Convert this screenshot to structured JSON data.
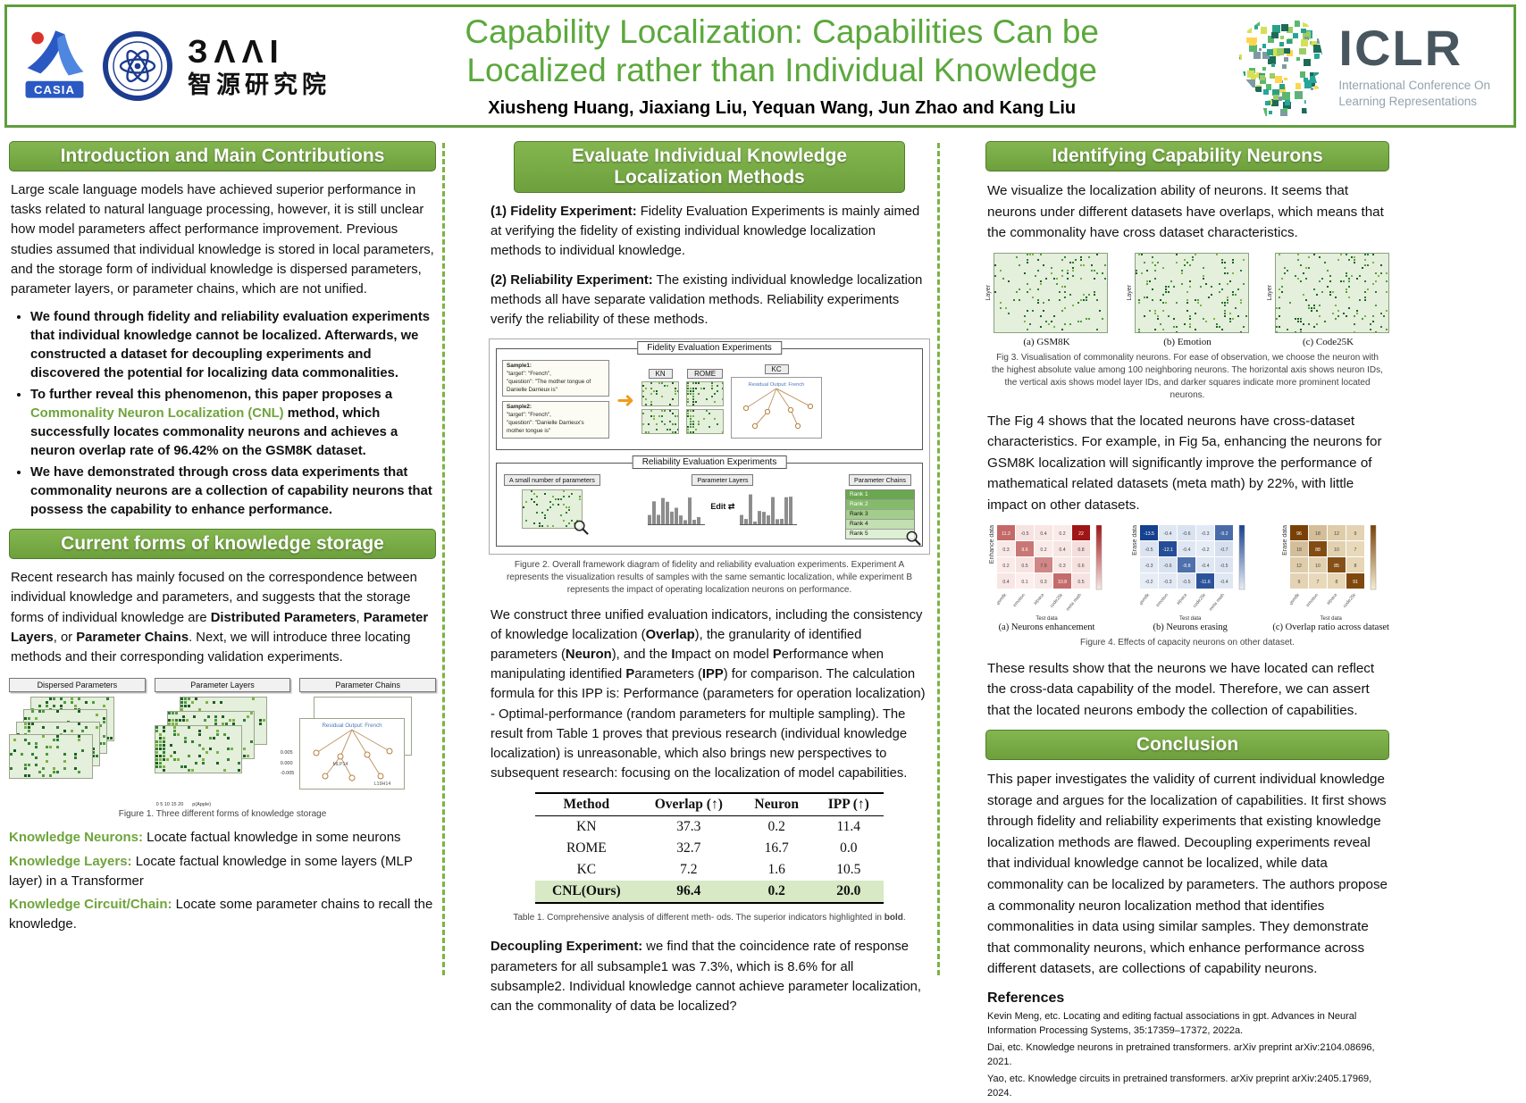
{
  "colors": {
    "accent_green": "#6fa43c",
    "bar_green": "#76aa42",
    "title_green": "#5ba83c",
    "table_highlight": "#d7e9c5",
    "dash_green": "#7cb342"
  },
  "header": {
    "title_line1": "Capability Localization: Capabilities Can be",
    "title_line2": "Localized rather than Individual Knowledge",
    "authors": "Xiusheng Huang,  Jiaxiang Liu,  Yequan Wang, Jun Zhao and Kang Liu",
    "casia_label": "CASIA",
    "baai_mark": "ЗΛΛI",
    "baai_cn": "智源研究院",
    "iclr_word": "ICLR",
    "iclr_sub1": "International Conference On",
    "iclr_sub2": "Learning Representations"
  },
  "col1": {
    "sec1": "Introduction and Main Contributions",
    "intro": "Large scale language models have achieved superior performance in tasks related to natural language processing, however, it is still unclear how model parameters affect performance improvement. Previous studies assumed that individual knowledge is stored in local parameters, and the storage form of individual knowledge is dispersed parameters, parameter layers, or parameter chains, which are not unified.",
    "bullets": [
      [
        {
          "t": "We found through fidelity and reliability evaluation experiments that individual knowledge cannot be localized. Afterwards, we constructed a dataset for decoupling experiments and discovered the potential for localizing data commonalities.",
          "b": true
        }
      ],
      [
        {
          "t": "To further reveal this phenomenon, this paper proposes a ",
          "b": true
        },
        {
          "t": "Commonality Neuron Localization (CNL)",
          "b": true,
          "c": "#6fa43c"
        },
        {
          "t": " method, which successfully locates commonality neurons and achieves a neuron overlap rate of 96.42% on the GSM8K dataset.",
          "b": true
        }
      ],
      [
        {
          "t": "We have demonstrated through cross data experiments that commonality neurons are a collection of capability neurons that possess the capability to enhance performance.",
          "b": true
        }
      ]
    ],
    "sec2": "Current forms of knowledge storage",
    "storage": [
      {
        "t": "Recent research has mainly focused on the correspondence between individual knowledge and parameters, and suggests that the storage forms of individual knowledge are "
      },
      {
        "t": "Distributed Parameters",
        "b": true
      },
      {
        "t": ", "
      },
      {
        "t": "Parameter Layers",
        "b": true
      },
      {
        "t": ", or "
      },
      {
        "t": "Parameter Chains",
        "b": true
      },
      {
        "t": ". Next, we will introduce three locating methods and their corresponding validation experiments."
      }
    ],
    "fig1": {
      "panel_labels": [
        "Dispersed Parameters",
        "Parameter Layers",
        "Parameter Chains"
      ],
      "colorbar_ticks": [
        "0.005",
        "0.000",
        "-0.005"
      ],
      "x_ticks": "0  5  10  15  20",
      "x_label": "p(Apple)",
      "tree_title": "Residual Output: French",
      "tree_nodes": [
        "MLP14",
        "L19H14"
      ],
      "caption": "Figure 1. Three different forms of knowledge storage"
    },
    "knowledge": [
      [
        {
          "t": "Knowledge Neurons:",
          "b": true,
          "c": "#6fa43c"
        },
        {
          "t": " Locate factual knowledge in some neurons"
        }
      ],
      [
        {
          "t": "Knowledge Layers:",
          "b": true,
          "c": "#6fa43c"
        },
        {
          "t": " Locate factual knowledge in some layers (MLP layer) in a Transformer"
        }
      ],
      [
        {
          "t": "Knowledge Circuit/Chain:",
          "b": true,
          "c": "#6fa43c"
        },
        {
          "t": " Locate some parameter chains to recall the knowledge."
        }
      ]
    ]
  },
  "col2": {
    "sec": "Evaluate Individual Knowledge Localization Methods",
    "p1": [
      {
        "t": "(1) Fidelity Experiment:",
        "b": true
      },
      {
        "t": " Fidelity Evaluation Experiments is mainly aimed at verifying the fidelity of existing individual knowledge localization methods to individual knowledge."
      }
    ],
    "p2": [
      {
        "t": "(2) Reliability Experiment:",
        "b": true
      },
      {
        "t": " The existing individual knowledge localization methods all have separate validation methods. Reliability experiments verify the reliability of these methods."
      }
    ],
    "fig2": {
      "fidelity_title": "Fidelity Evaluation Experiments",
      "reliability_title": "Reliability Evaluation Experiments",
      "sample1": [
        "Sample1:",
        "\"target\": \"French\",",
        "\"question\": \"The mother tongue of",
        "Danielle Darrieux is\""
      ],
      "sample2": [
        "Sample2:",
        "\"target\": \"French\",",
        "\"question\": \"Danielle Darrieux's",
        "mother tongue is\""
      ],
      "methods": [
        "KN",
        "ROME",
        "KC"
      ],
      "tree_title": "Residual Output: French",
      "rel_chips": [
        "A small number of parameters",
        "Parameter Layers",
        "Parameter Chains"
      ],
      "edit_label": "Edit ⇄",
      "ranks": [
        "Rank 1",
        "Rank 2",
        "Rank 3",
        "Rank 4",
        "Rank 5"
      ],
      "caption": "Figure 2. Overall framework diagram of fidelity and reliability evaluation experiments. Experiment A represents the visualization results of samples with the same semantic localization, while experiment B represents the impact of operating localization neurons on performance."
    },
    "indicators": [
      {
        "t": " We construct three unified evaluation indicators, including the consistency of knowledge localization ("
      },
      {
        "t": "Overlap",
        "b": true
      },
      {
        "t": "), the granularity of identified parameters ("
      },
      {
        "t": "Neuron",
        "b": true
      },
      {
        "t": "), and the "
      },
      {
        "t": "I",
        "b": true
      },
      {
        "t": "mpact on model "
      },
      {
        "t": "P",
        "b": true
      },
      {
        "t": "erformance when manipulating identified "
      },
      {
        "t": "P",
        "b": true
      },
      {
        "t": "arameters ("
      },
      {
        "t": "IPP",
        "b": true
      },
      {
        "t": ") for comparison. The calculation formula for this IPP is: Performance (parameters for operation localization) - Optimal-performance (random parameters for multiple sampling). The result from Table 1 proves that previous research (individual knowledge localization) is unreasonable, which also brings new perspectives to subsequent research: focusing on the localization of model capabilities."
      }
    ],
    "table": {
      "headers": [
        "Method",
        "Overlap (↑)",
        "Neuron",
        "IPP (↑)"
      ],
      "rows": [
        [
          "KN",
          "37.3",
          "0.2",
          "11.4"
        ],
        [
          "ROME",
          "32.7",
          "16.7",
          "0.0"
        ],
        [
          "KC",
          "7.2",
          "1.6",
          "10.5"
        ],
        [
          "CNL(Ours)",
          "96.4",
          "0.2",
          "20.0"
        ]
      ],
      "caption": [
        {
          "t": "Table 1. Comprehensive analysis of different meth- ods. The superior indicators highlighted in "
        },
        {
          "t": "bold",
          "b": true
        },
        {
          "t": "."
        }
      ]
    },
    "decoupling": [
      {
        "t": "Decoupling Experiment:",
        "b": true
      },
      {
        "t": "  we find that the coincidence rate of response parameters for all subsample1 was 7.3%, which is 8.6% for all subsample2. Individual knowledge cannot achieve parameter localization, can the commonality of data be localized?"
      }
    ]
  },
  "col3": {
    "sec1": "Identifying Capability Neurons",
    "p1": "We visualize the localization ability of neurons. It seems that neurons under different datasets have overlaps, which means that the commonality have cross dataset characteristics.",
    "fig3": {
      "ylabel": "Layer",
      "labels": [
        "(a) GSM8K",
        "(b) Emotion",
        "(c) Code25K"
      ],
      "caption": "Fig 3. Visualisation of commonality neurons. For ease of observation, we choose the neuron with the highest absolute value among 100 neighboring neurons. The horizontal axis shows neuron IDs, the vertical axis shows model layer IDs, and darker squares indicate more prominent located neurons."
    },
    "p2": "The Fig 4 shows that the located neurons have cross-dataset characteristics. For example, in Fig 5a, enhancing the neurons for GSM8K localization will significantly improve the performance of mathematical related datasets (meta math) by 22%, with little impact on other datasets.",
    "fig4": {
      "panels": [
        {
          "label": "(a) Neurons enhancement",
          "ylabel": "Enhance data",
          "xlabel": "Test data",
          "base": "#a01515",
          "bg": "#fdf3f1",
          "values": [
            [
              11.2,
              -0.5,
              0.4,
              0.2,
              22.0
            ],
            [
              0.3,
              9.6,
              0.2,
              0.4,
              0.8
            ],
            [
              0.2,
              0.5,
              7.9,
              0.3,
              0.6
            ],
            [
              0.4,
              0.1,
              0.3,
              10.8,
              0.5
            ]
          ],
          "xticks": [
            "gsm8k",
            "emotion",
            "alpaca",
            "code25k",
            "meta math"
          ]
        },
        {
          "label": "(b) Neurons erasing",
          "ylabel": "Erase data",
          "xlabel": "Test data",
          "base": "#15418f",
          "bg": "#f2f6fc",
          "values": [
            [
              -13.5,
              -0.4,
              -0.6,
              -0.3,
              -9.2
            ],
            [
              -0.5,
              -12.1,
              -0.4,
              -0.2,
              -0.7
            ],
            [
              -0.3,
              -0.6,
              -8.8,
              -0.4,
              -0.5
            ],
            [
              -0.2,
              -0.3,
              -0.5,
              -11.6,
              -0.4
            ]
          ],
          "xticks": [
            "gsm8k",
            "emotion",
            "alpaca",
            "code25k",
            "meta math"
          ]
        },
        {
          "label": "(c) Overlap ratio across dataset",
          "ylabel": "Erase data",
          "xlabel": "Test data",
          "base": "#7a4106",
          "bg": "#fdf6dc",
          "values": [
            [
              96,
              18,
              12,
              9
            ],
            [
              18,
              88,
              10,
              7
            ],
            [
              12,
              10,
              85,
              8
            ],
            [
              9,
              7,
              8,
              91
            ]
          ],
          "xticks": [
            "gsm8k",
            "emotion",
            "alpaca",
            "code25k"
          ]
        }
      ],
      "caption": "Figure 4. Effects of capacity neurons on other dataset."
    },
    "p3": "These results show that the neurons we have located can reflect the cross-data capability of the model.  Therefore, we can assert that the located neurons embody the collection of capabilities.",
    "sec2": "Conclusion",
    "conclusion": "This paper investigates the validity of current individual knowledge storage and argues for the localization of capabilities. It first shows through fidelity and reliability experiments that existing knowledge localization methods are flawed. Decoupling experiments reveal that individual knowledge cannot be localized, while data commonality can be localized by parameters. The authors propose a commonality neuron localization method that identifies commonalities in data using similar samples. They demonstrate that commonality neurons, which enhance performance across different datasets, are collections of capability neurons.",
    "refs_title": "References",
    "refs": [
      "Kevin Meng, etc. Locating and editing factual associations in gpt. Advances in Neural Information Processing Systems, 35:17359–17372, 2022a.",
      "Dai, etc. Knowledge neurons in pretrained transformers. arXiv preprint arXiv:2104.08696, 2021.",
      "Yao, etc. Knowledge circuits in pretrained transformers. arXiv preprint arXiv:2405.17969, 2024."
    ]
  }
}
